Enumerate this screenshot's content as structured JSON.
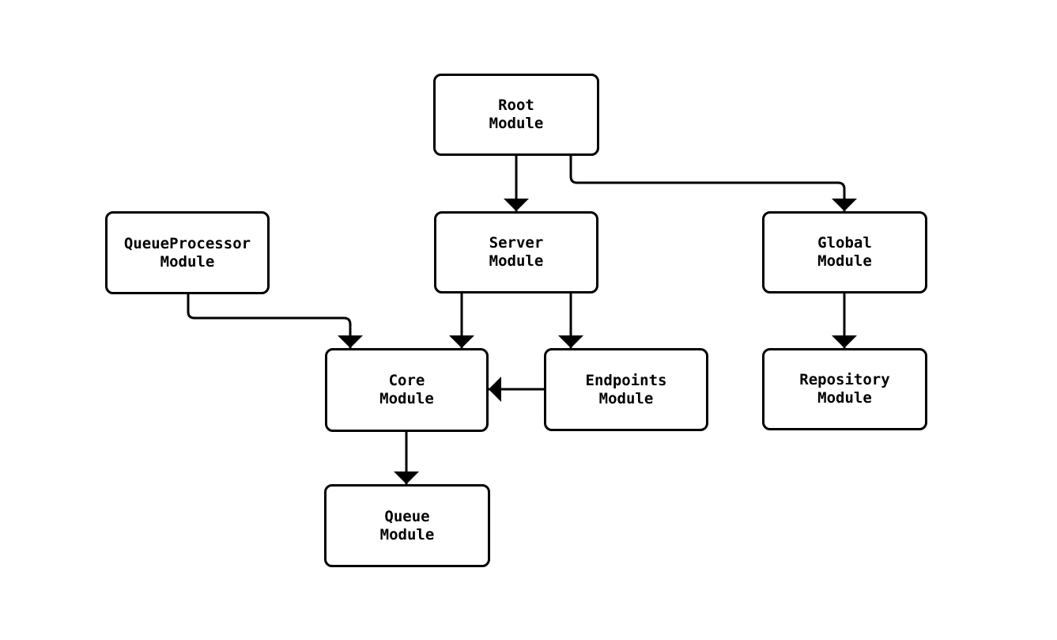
{
  "diagram": {
    "type": "module-dependency-flowchart",
    "colors": {
      "background": "#ffffff",
      "node_fill": "#ffffff",
      "node_border": "#000000",
      "text": "#000000",
      "edge": "#000000"
    },
    "nodes": {
      "root": {
        "label": "Root\nModule"
      },
      "queueprocessor": {
        "label": "QueueProcessor\nModule"
      },
      "server": {
        "label": "Server\nModule"
      },
      "global": {
        "label": "Global\nModule"
      },
      "core": {
        "label": "Core\nModule"
      },
      "endpoints": {
        "label": "Endpoints\nModule"
      },
      "repository": {
        "label": "Repository\nModule"
      },
      "queue": {
        "label": "Queue\nModule"
      }
    },
    "edges": [
      {
        "from": "Root Module",
        "to": "Server Module"
      },
      {
        "from": "Root Module",
        "to": "Global Module"
      },
      {
        "from": "QueueProcessor Module",
        "to": "Core Module"
      },
      {
        "from": "Server Module",
        "to": "Core Module"
      },
      {
        "from": "Server Module",
        "to": "Endpoints Module"
      },
      {
        "from": "Endpoints Module",
        "to": "Core Module"
      },
      {
        "from": "Global Module",
        "to": "Repository Module"
      },
      {
        "from": "Core Module",
        "to": "Queue Module"
      }
    ]
  }
}
